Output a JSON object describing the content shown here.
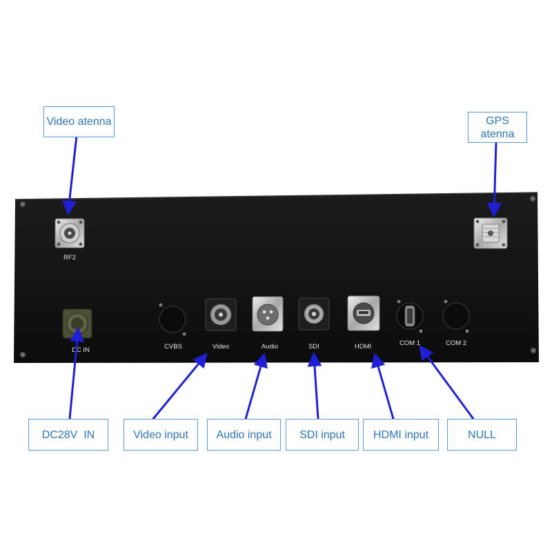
{
  "callouts": {
    "video_antenna": "Video atenna",
    "gps_antenna": "GPS atenna",
    "dc_in": "DC28V  IN",
    "video_input": "Video input",
    "audio_input": "Audio input",
    "sdi_input": "SDI input",
    "hdmi_input": "HDMI input",
    "null": "NULL"
  },
  "panel_labels": {
    "rf2": "RF2",
    "dc_in": "DC IN",
    "cvbs": "CVBS",
    "video": "Video",
    "audio": "Audio",
    "sdi": "SDI",
    "hdmi": "HDMI",
    "com1": "COM 1",
    "com2": "COM 2"
  },
  "colors": {
    "panel": "#131313",
    "callout_border": "#5b9bd5",
    "callout_text": "#2e75b6",
    "arrow": "#1f1fd6"
  }
}
